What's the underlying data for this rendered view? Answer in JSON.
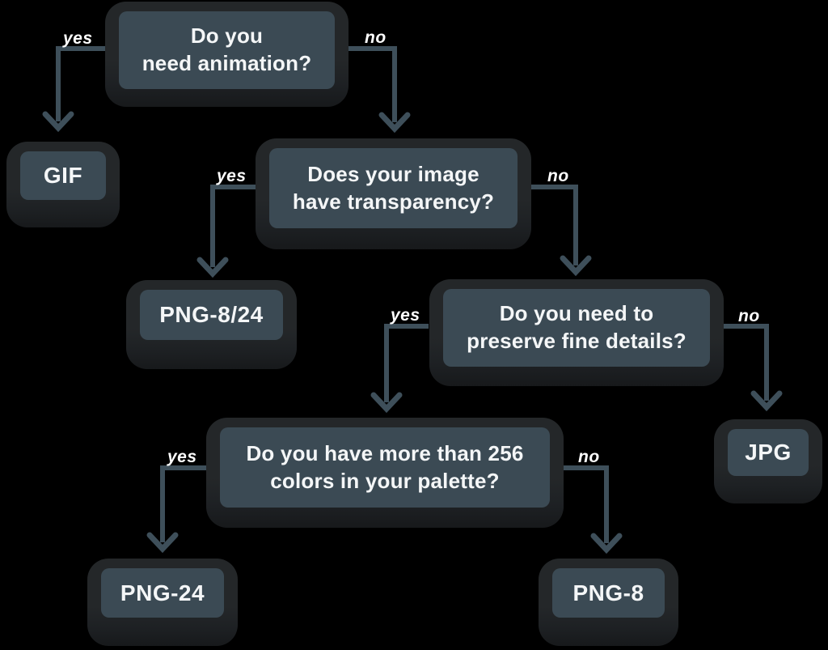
{
  "title": "Image format decision flowchart",
  "colors": {
    "background": "#000000",
    "box_fill": "#3b4a54",
    "box_frame": "#242729",
    "arrow": "#3e4f5a",
    "text": "#f4f6f7"
  },
  "nodes": {
    "q_animation": {
      "type": "question",
      "label": "Do you\nneed animation?"
    },
    "gif": {
      "type": "result",
      "label": "GIF"
    },
    "q_transparency": {
      "type": "question",
      "label": "Does your image\nhave transparency?"
    },
    "png_8_24": {
      "type": "result",
      "label": "PNG-8/24"
    },
    "q_fine_details": {
      "type": "question",
      "label": "Do you need to\npreserve fine details?"
    },
    "jpg": {
      "type": "result",
      "label": "JPG"
    },
    "q_256_colors": {
      "type": "question",
      "label": "Do you have more than 256\ncolors in your palette?"
    },
    "png_24": {
      "type": "result",
      "label": "PNG-24"
    },
    "png_8": {
      "type": "result",
      "label": "PNG-8"
    }
  },
  "edges": {
    "animation_yes": {
      "label": "yes",
      "from": "q_animation",
      "to": "gif"
    },
    "animation_no": {
      "label": "no",
      "from": "q_animation",
      "to": "q_transparency"
    },
    "transparency_yes": {
      "label": "yes",
      "from": "q_transparency",
      "to": "png_8_24"
    },
    "transparency_no": {
      "label": "no",
      "from": "q_transparency",
      "to": "q_fine_details"
    },
    "fine_details_yes": {
      "label": "yes",
      "from": "q_fine_details",
      "to": "q_256_colors"
    },
    "fine_details_no": {
      "label": "no",
      "from": "q_fine_details",
      "to": "jpg"
    },
    "colors_yes": {
      "label": "yes",
      "from": "q_256_colors",
      "to": "png_24"
    },
    "colors_no": {
      "label": "no",
      "from": "q_256_colors",
      "to": "png_8"
    }
  }
}
